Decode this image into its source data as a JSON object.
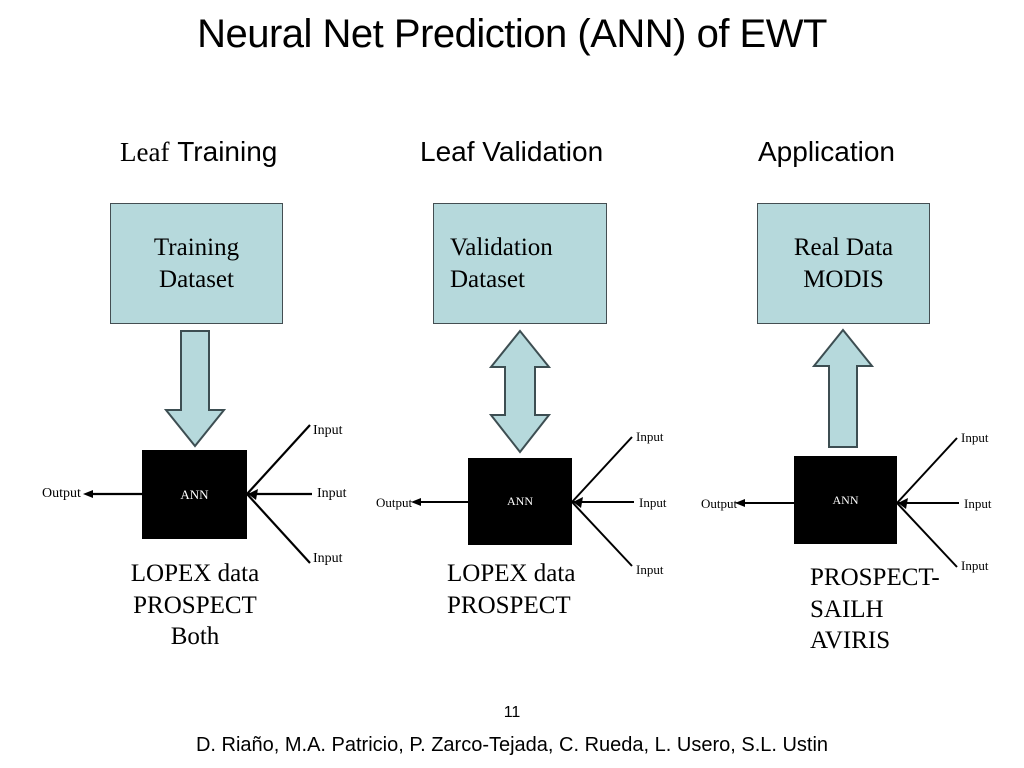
{
  "slide": {
    "title": "Neural Net Prediction (ANN) of EWT",
    "number": "11",
    "credits": "D. Riaño, M.A. Patricio, P. Zarco-Tejada, C. Rueda, L. Usero, S.L. Ustin",
    "background_color": "#ffffff"
  },
  "palette": {
    "box_fill": "#b6d9dc",
    "box_border": "#444e52",
    "ann_fill": "#000000",
    "ann_text": "#ffffff",
    "arrow_fill": "#b6d9dc",
    "arrow_border": "#3d4e52",
    "line_color": "#000000"
  },
  "columns": [
    {
      "id": "training",
      "header_serif": "Leaf",
      "header_sans": "Training",
      "dataset_box": {
        "lines": [
          "Training",
          "Dataset"
        ],
        "align": "center"
      },
      "connector": {
        "type": "arrow-down",
        "label": "down-arrow"
      },
      "ann": {
        "label": "ANN",
        "output_label": "Output",
        "input_labels": [
          "Input",
          "Input",
          "Input"
        ]
      },
      "data_lines": [
        "LOPEX data",
        "PROSPECT",
        "Both"
      ],
      "data_align": "centered"
    },
    {
      "id": "validation",
      "header_serif": "",
      "header_sans": "Leaf Validation",
      "dataset_box": {
        "lines": [
          "Validation",
          "Dataset"
        ],
        "align": "left"
      },
      "connector": {
        "type": "arrow-double-vertical",
        "label": "double-arrow"
      },
      "ann": {
        "label": "ANN",
        "output_label": "Output",
        "input_labels": [
          "Input",
          "Input",
          "Input"
        ]
      },
      "data_lines": [
        "LOPEX data",
        "PROSPECT"
      ],
      "data_align": "left"
    },
    {
      "id": "application",
      "header_serif": "",
      "header_sans": "Application",
      "dataset_box": {
        "lines": [
          "Real Data",
          "MODIS"
        ],
        "align": "center"
      },
      "connector": {
        "type": "arrow-up",
        "label": "up-arrow"
      },
      "ann": {
        "label": "ANN",
        "output_label": "Output",
        "input_labels": [
          "Input",
          "Input",
          "Input"
        ]
      },
      "data_lines": [
        "PROSPECT-",
        "SAILH",
        "AVIRIS"
      ],
      "data_align": "left"
    }
  ]
}
